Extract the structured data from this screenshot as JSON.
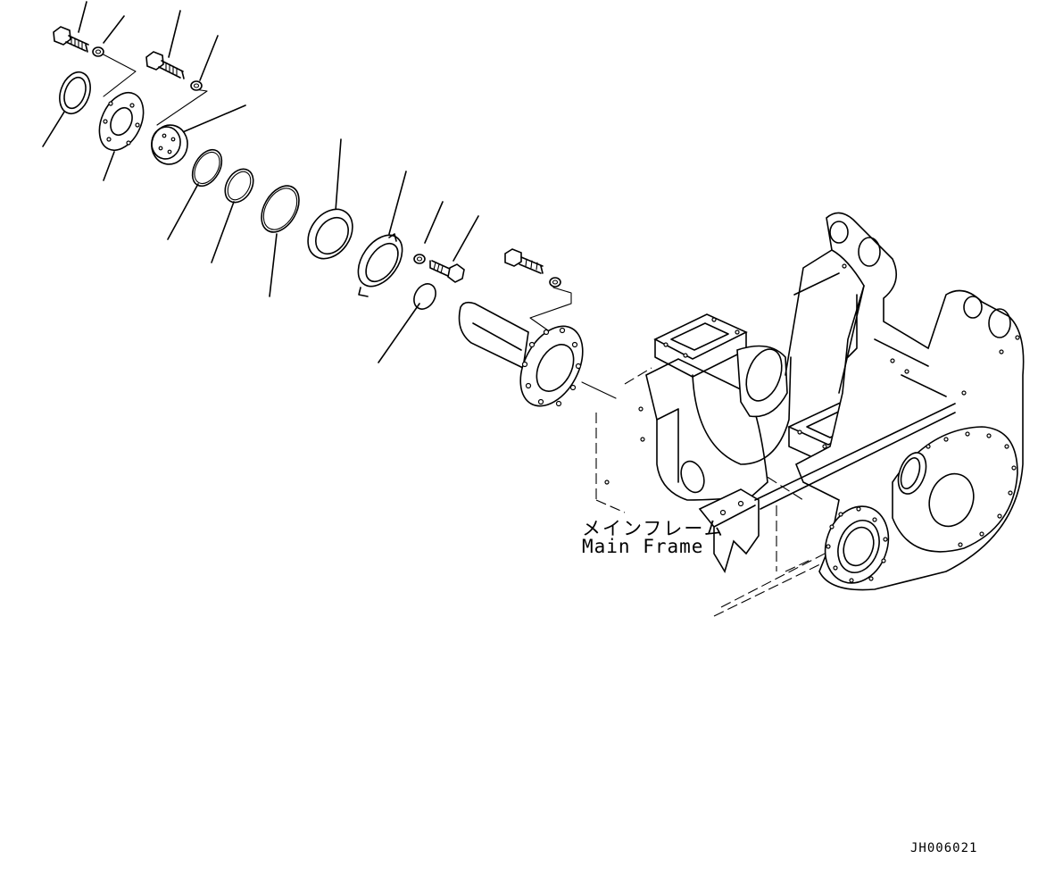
{
  "frame_label_jp": "メインフレーム",
  "frame_label_en": "Main Frame",
  "drawing_code": "JH006021",
  "colors": {
    "line": "#000000",
    "background": "#ffffff"
  }
}
